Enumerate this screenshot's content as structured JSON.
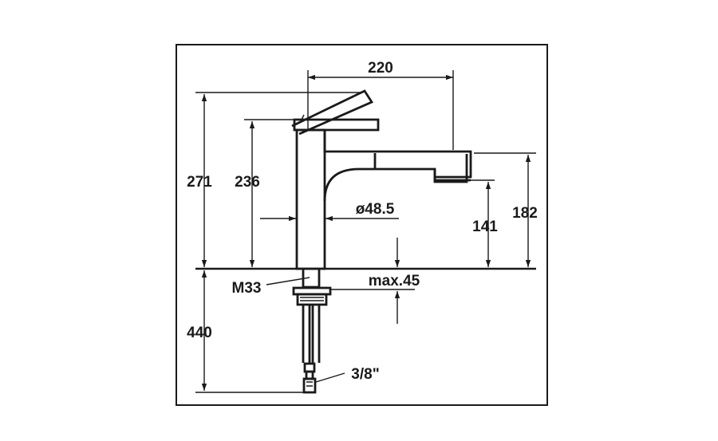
{
  "drawing": {
    "dimensions": {
      "spout_reach": "220",
      "total_height": "271",
      "body_height": "236",
      "body_diameter": "ø48.5",
      "outlet_height": "141",
      "spout_height": "182",
      "thread": "M33",
      "max_deck": "max.45",
      "hose_length": "440",
      "connection": "3/8\""
    }
  }
}
